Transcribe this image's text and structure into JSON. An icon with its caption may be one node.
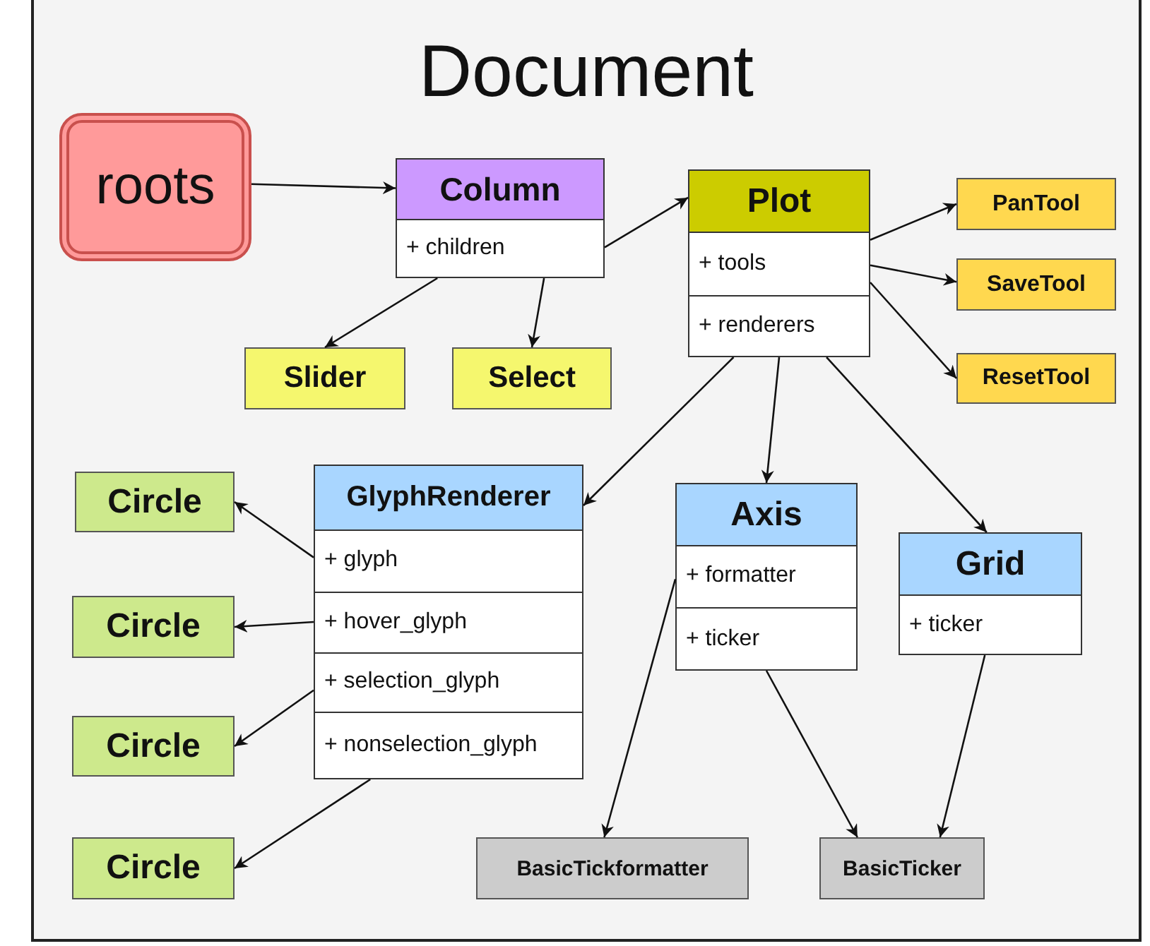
{
  "diagram": {
    "nodes": [
      {
        "text": [
          "Document"
        ]
      },
      {
        "text": [
          "roots"
        ],
        "in": 0
      },
      {
        "text": [
          "Column"
        ],
        "in": 0
      },
      {
        "text": [
          "+ children"
        ],
        "in": 2
      },
      {
        "text": [
          "Plot"
        ],
        "in": 0
      },
      {
        "text": [
          "+ tools"
        ],
        "in": 4
      },
      {
        "text": [
          "+ renderers"
        ],
        "in": 4
      },
      {
        "text": [
          "PanTool"
        ],
        "in": 0
      },
      {
        "text": [
          "SaveTool"
        ],
        "in": 0
      },
      {
        "text": [
          "ResetTool"
        ],
        "in": 0
      },
      {
        "text": [
          "Slider"
        ],
        "in": 0
      },
      {
        "text": [
          "Select"
        ],
        "in": 0
      },
      {
        "text": [
          "Circle"
        ],
        "in": 0
      },
      {
        "text": [
          "GlyphRenderer"
        ],
        "in": 0
      },
      {
        "text": [
          "+ glyph"
        ],
        "in": 13
      },
      {
        "text": [
          "+ hover_glyph"
        ],
        "in": 13
      },
      {
        "text": [
          "+ selection_glyph"
        ],
        "in": 13
      },
      {
        "text": [
          "+ nonselection_glyph"
        ],
        "in": 13
      },
      {
        "text": [
          "Axis"
        ],
        "in": 0
      },
      {
        "text": [
          "+ formatter"
        ],
        "in": 18
      },
      {
        "text": [
          "+ ticker"
        ],
        "in": 18
      },
      {
        "text": [
          "Grid"
        ],
        "in": 0
      },
      {
        "text": [
          "+ ticker"
        ],
        "in": 21
      },
      {
        "text": [
          "Circle"
        ],
        "in": 0
      },
      {
        "text": [
          "Circle"
        ],
        "in": 0
      },
      {
        "text": [
          "Circle"
        ],
        "in": 0
      },
      {
        "text": [
          "BasicTickformatter"
        ],
        "in": 0
      },
      {
        "text": [
          "BasicTicker"
        ],
        "in": 0
      }
    ],
    "edges": [
      {
        "from": 1,
        "to": 2,
        "arrow": "to"
      },
      {
        "from": 3,
        "to": 4,
        "arrow": "to"
      },
      {
        "from": 3,
        "to": 10,
        "arrow": "to"
      },
      {
        "from": 3,
        "to": 11,
        "arrow": "to"
      },
      {
        "from": 5,
        "to": 7,
        "arrow": "to"
      },
      {
        "from": 5,
        "to": 8,
        "arrow": "to"
      },
      {
        "from": 5,
        "to": 9,
        "arrow": "to"
      },
      {
        "from": 6,
        "to": 13,
        "arrow": "to"
      },
      {
        "from": 6,
        "to": 18,
        "arrow": "to"
      },
      {
        "from": 6,
        "to": 21,
        "arrow": "to"
      },
      {
        "from": 14,
        "to": 12,
        "arrow": "to"
      },
      {
        "from": 15,
        "to": 23,
        "arrow": "to"
      },
      {
        "from": 16,
        "to": 24,
        "arrow": "to"
      },
      {
        "from": 17,
        "to": 25,
        "arrow": "to"
      },
      {
        "from": 19,
        "to": 26,
        "arrow": "to"
      },
      {
        "from": 20,
        "to": 27,
        "arrow": "to"
      },
      {
        "from": 22,
        "to": 27,
        "arrow": "to"
      }
    ]
  }
}
